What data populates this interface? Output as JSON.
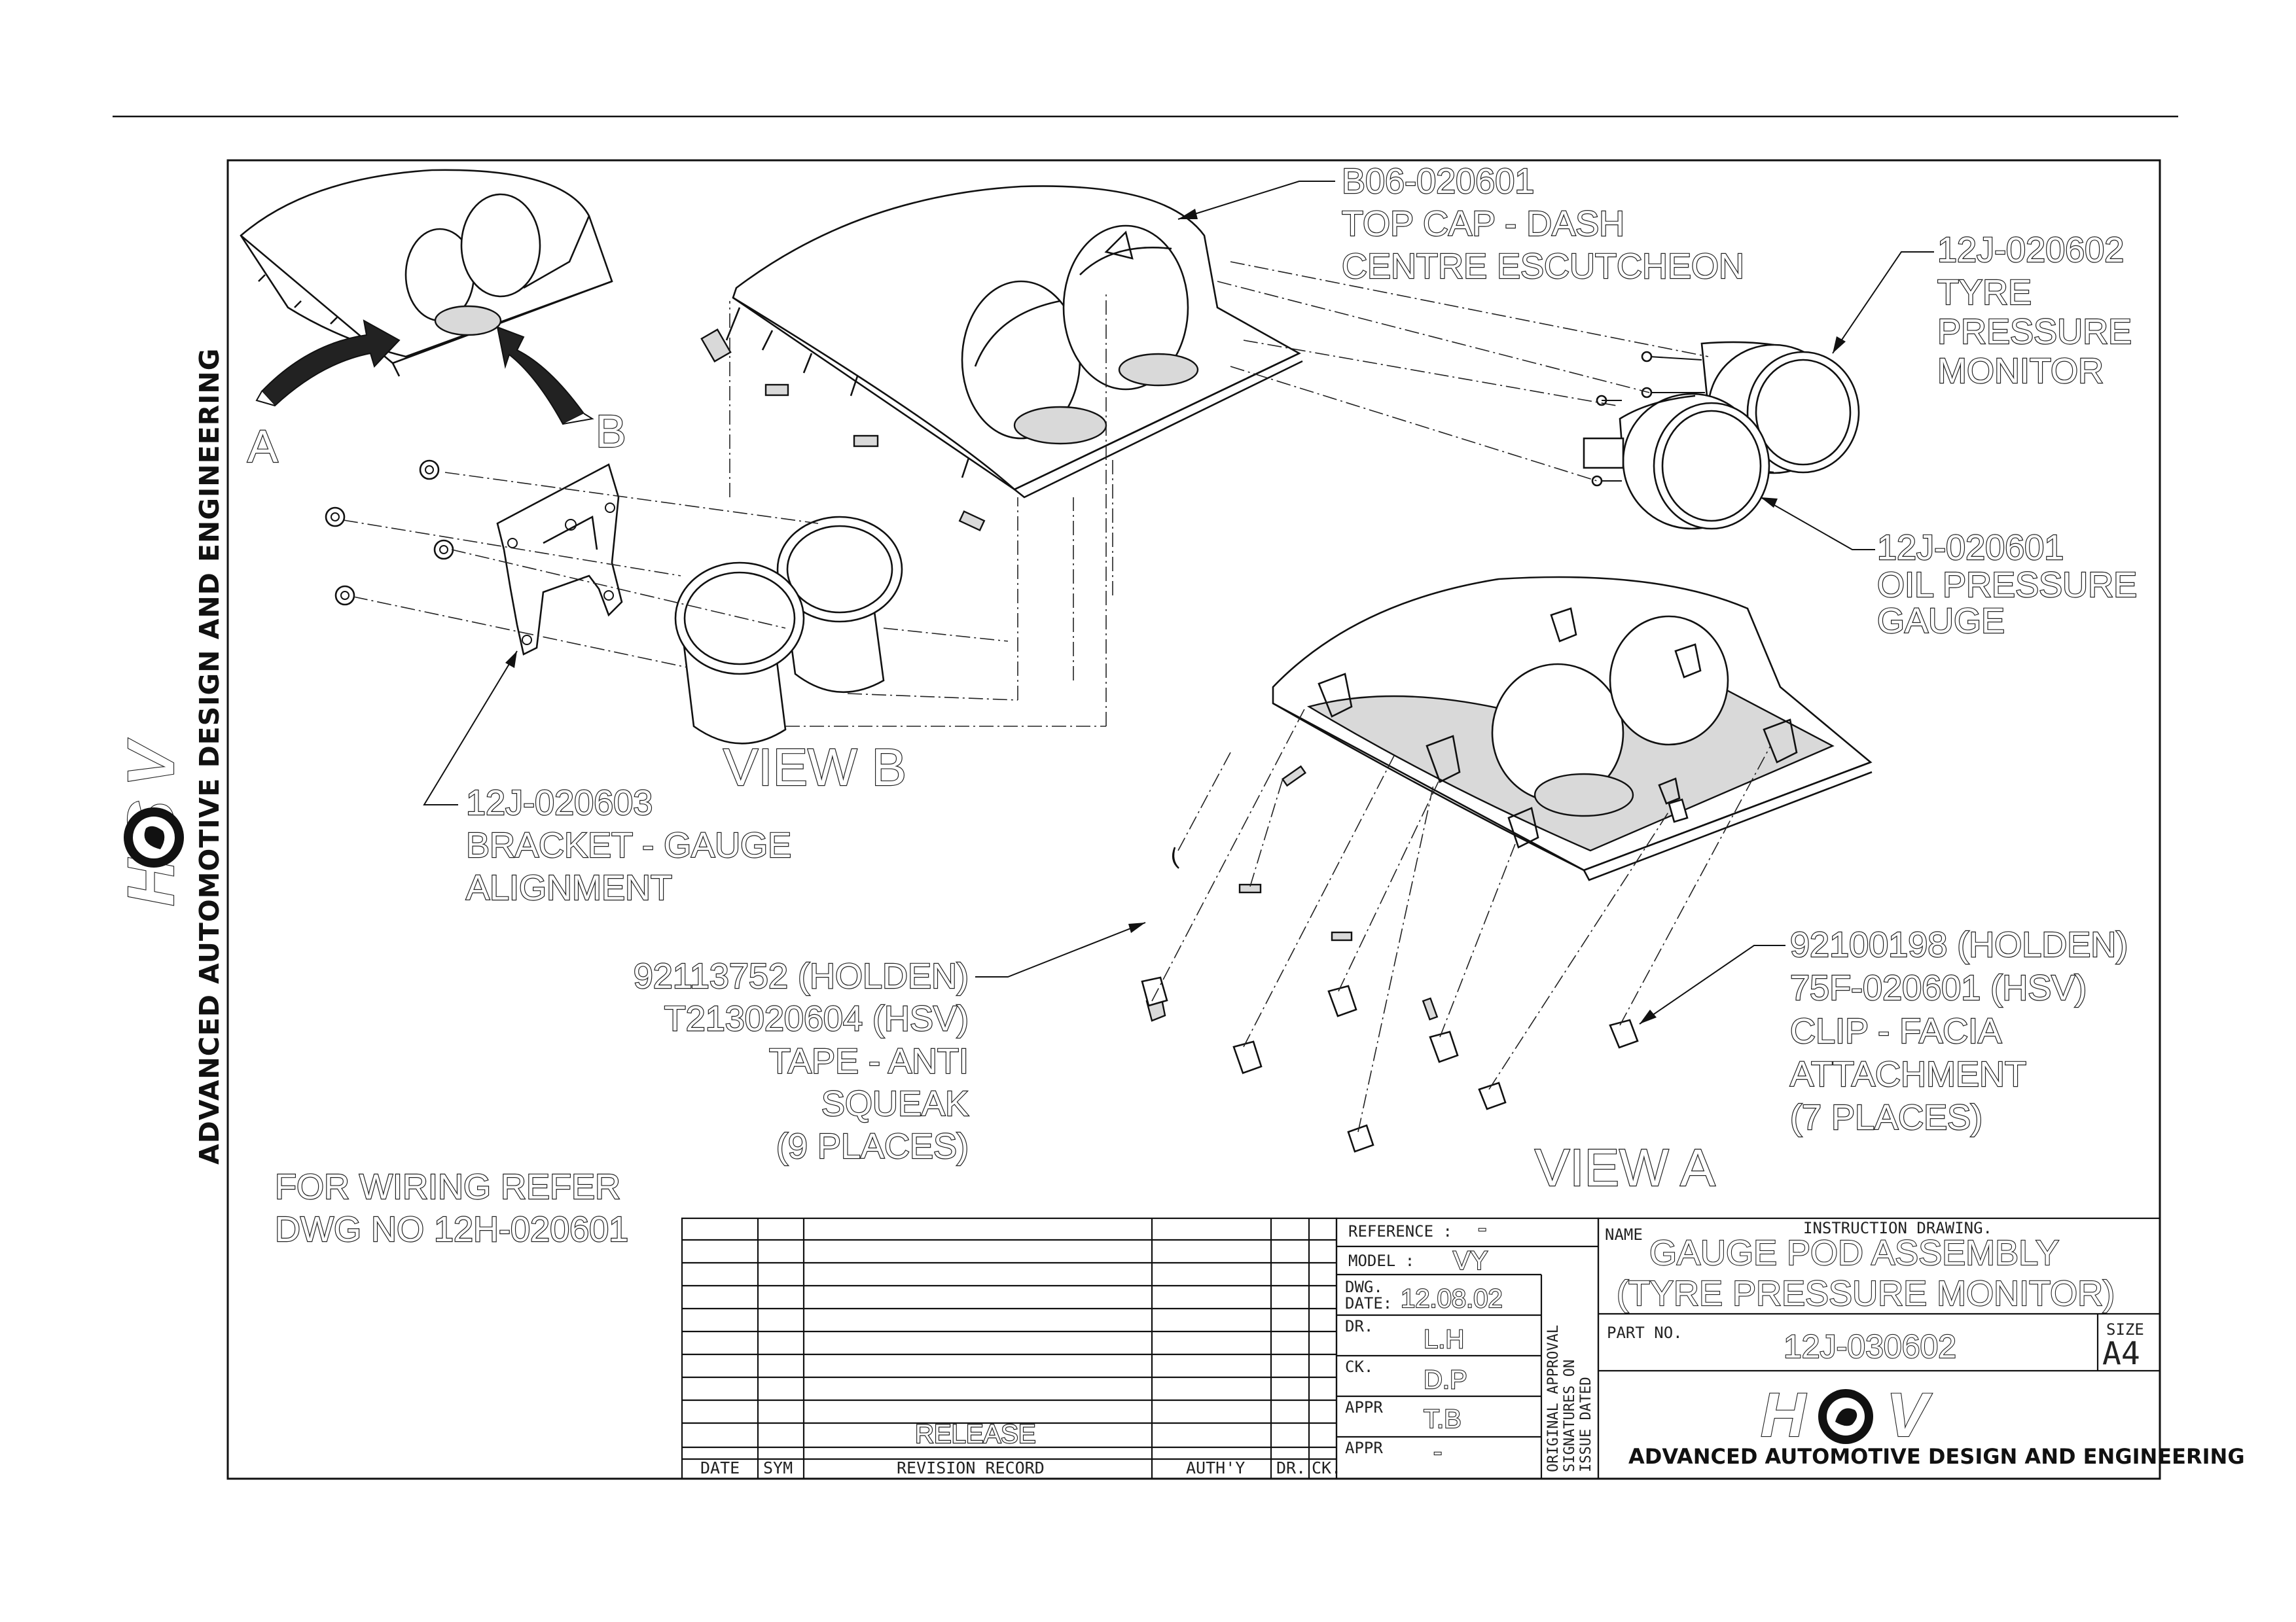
{
  "side_banner": {
    "text": "ADVANCED AUTOMOTIVE DESIGN AND ENGINEERING",
    "logo_text": "HSV"
  },
  "views": {
    "view_a": "VIEW A",
    "view_b": "VIEW B",
    "arrow_a": "A",
    "arrow_b": "B"
  },
  "callouts": {
    "top_cap": [
      "B06-020601",
      "TOP CAP - DASH",
      "CENTRE ESCUTCHEON"
    ],
    "tyre_monitor": [
      "12J-020602",
      "TYRE",
      "PRESSURE",
      "MONITOR"
    ],
    "oil_gauge": [
      "12J-020601",
      "OIL PRESSURE",
      "GAUGE"
    ],
    "bracket": [
      "12J-020603",
      "BRACKET - GAUGE",
      "ALIGNMENT"
    ],
    "tape": [
      "92113752 (HOLDEN)",
      "T213020604 (HSV)",
      "TAPE - ANTI",
      "SQUEAK",
      "(9 PLACES)"
    ],
    "clip": [
      "92100198 (HOLDEN)",
      "75F-020601 (HSV)",
      "CLIP - FACIA",
      "ATTACHMENT",
      "(7 PLACES)"
    ],
    "wiring": [
      "FOR WIRING REFER",
      "DWG NO  12H-020601"
    ]
  },
  "title_block": {
    "revision_headers": [
      "DATE",
      "SYM",
      "REVISION RECORD",
      "AUTH'Y",
      "DR.",
      "CK."
    ],
    "release": "RELEASE",
    "reference_label": "REFERENCE :",
    "reference_value": "-",
    "model_label": "MODEL :",
    "model_value": "VY",
    "dwg_date_label_1": "DWG.",
    "dwg_date_label_2": "DATE:",
    "dwg_date_value": "12.08.02",
    "dr_label": "DR.",
    "dr_value": "L.H",
    "ck_label": "CK.",
    "ck_value": "D.P",
    "appr_label": "APPR",
    "appr_value": "T.B",
    "appr2_label": "APPR",
    "appr2_value": "-",
    "approval_note": [
      "ORIGINAL APPROVAL",
      "SIGNATURES ON",
      "ISSUE DATED"
    ],
    "name_label": "NAME",
    "instruction": "INSTRUCTION DRAWING.",
    "name_line1": "GAUGE POD ASSEMBLY",
    "name_line2": "(TYRE PRESSURE MONITOR)",
    "part_no_label": "PART NO.",
    "part_no_value": "12J-030602",
    "size_label": "SIZE",
    "size_value": "A4",
    "logo_text": "HSV",
    "company": "ADVANCED AUTOMOTIVE DESIGN AND ENGINEERING"
  }
}
